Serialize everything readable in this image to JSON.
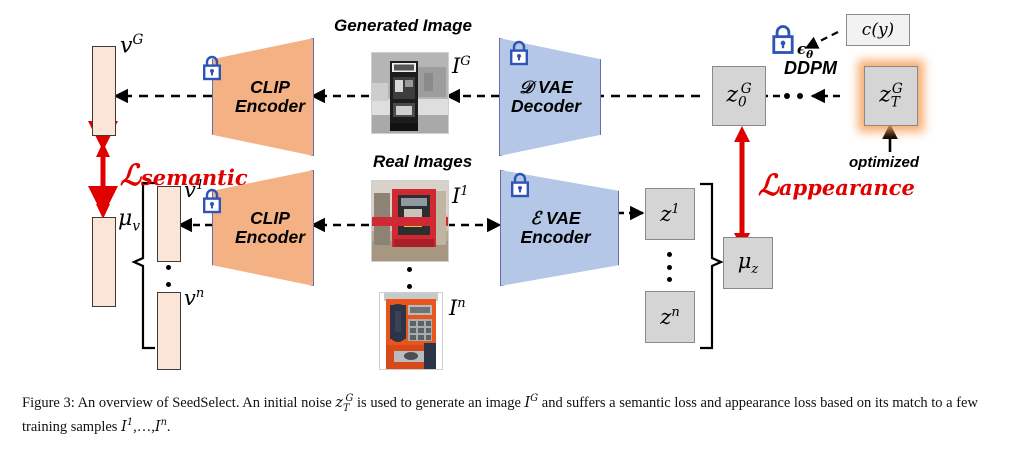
{
  "figure": {
    "caption_prefix": "Figure 3:",
    "caption_text": " An overview of SeedSelect. An initial noise",
    "caption_mid1": "is used to generate an image",
    "caption_mid2": "and suffers a semantic loss and appearance loss based on its match to a few training samples",
    "caption_tail": "."
  },
  "labels": {
    "generated_image": "Generated Image",
    "real_images": "Real Images",
    "ddpm": "DDPM",
    "optimized": "optimized"
  },
  "blocks": {
    "clip_top": {
      "line1": "CLIP",
      "line2": "Encoder",
      "color": "#f4b183"
    },
    "clip_bottom": {
      "line1": "CLIP",
      "line2": "Encoder",
      "color": "#f4b183"
    },
    "vae_decoder": {
      "line1": "𝒟 VAE",
      "line2": "Decoder",
      "color": "#b4c7e7"
    },
    "vae_encoder": {
      "line1": "ℰ VAE",
      "line2": "Encoder",
      "color": "#b4c7e7"
    }
  },
  "vectors": {
    "v_G": "v",
    "v_G_sup": "G",
    "mu_v": "μ",
    "mu_v_sub": "v",
    "v_1": "v",
    "v_1_sup": "1",
    "v_n": "v",
    "v_n_sup": "n"
  },
  "latents": {
    "z0G": "z",
    "z0G_sub": "0",
    "z0G_sup": "G",
    "zTG": "z",
    "zTG_sub": "T",
    "zTG_sup": "G",
    "z1": "z",
    "z1_sup": "1",
    "zn": "z",
    "zn_sup": "n",
    "mu_z": "μ",
    "mu_z_sub": "z",
    "cy": "c(y)",
    "eps": "ϵ",
    "eps_sub": "θ"
  },
  "images": {
    "IG": "I",
    "IG_sup": "G",
    "I1": "I",
    "I1_sup": "1",
    "In": "I",
    "In_sup": "n"
  },
  "losses": {
    "semantic_script": "ℒ",
    "semantic_name": "semantic",
    "appearance_script": "ℒ",
    "appearance_name": "appearance",
    "color": "#e00000"
  },
  "icons": {
    "lock": "padlock-locked",
    "lock_color": "#2f54b8"
  },
  "caption_math": {
    "zTG": "z",
    "zTG_sub": "T",
    "zTG_sup": "G",
    "IG": "I",
    "IG_sup": "G",
    "I1": "I",
    "I1_sup": "1",
    "In": "I",
    "In_sup": "n",
    "ellipsis": ",…,"
  }
}
